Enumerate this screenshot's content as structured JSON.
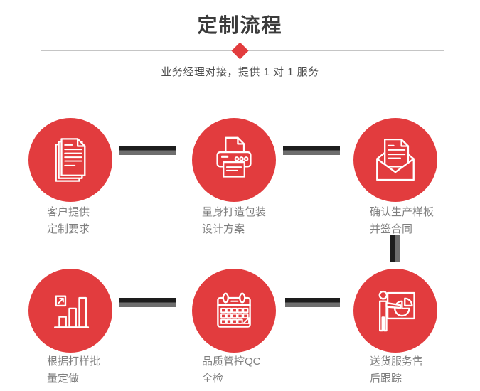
{
  "page": {
    "title": "定制流程",
    "subtitle": "业务经理对接，提供 1 对 1 服务"
  },
  "colors": {
    "accent_red": "#e23c3e",
    "connector_dark": "#1d1d1d",
    "connector_gray": "#6e6e6e",
    "title_text": "#3b3b3b",
    "subtitle_text": "#4e4e4e",
    "label_text": "#7f7f7f",
    "divider": "#c5c5c5"
  },
  "steps": [
    {
      "icon": "documents-icon",
      "line1": "客户提供",
      "line2": "定制要求"
    },
    {
      "icon": "printer-icon",
      "line1": "量身打造包装",
      "line2": "设计方案"
    },
    {
      "icon": "envelope-icon",
      "line1": "确认生产样板",
      "line2": "并签合同"
    },
    {
      "icon": "bar-chart-icon",
      "line1": "根据打样批",
      "line2": "量定做"
    },
    {
      "icon": "calendar-icon",
      "line1": "品质管控QC",
      "line2": "全检"
    },
    {
      "icon": "presenter-icon",
      "line1": "送货服务售",
      "line2": "后跟踪"
    }
  ]
}
